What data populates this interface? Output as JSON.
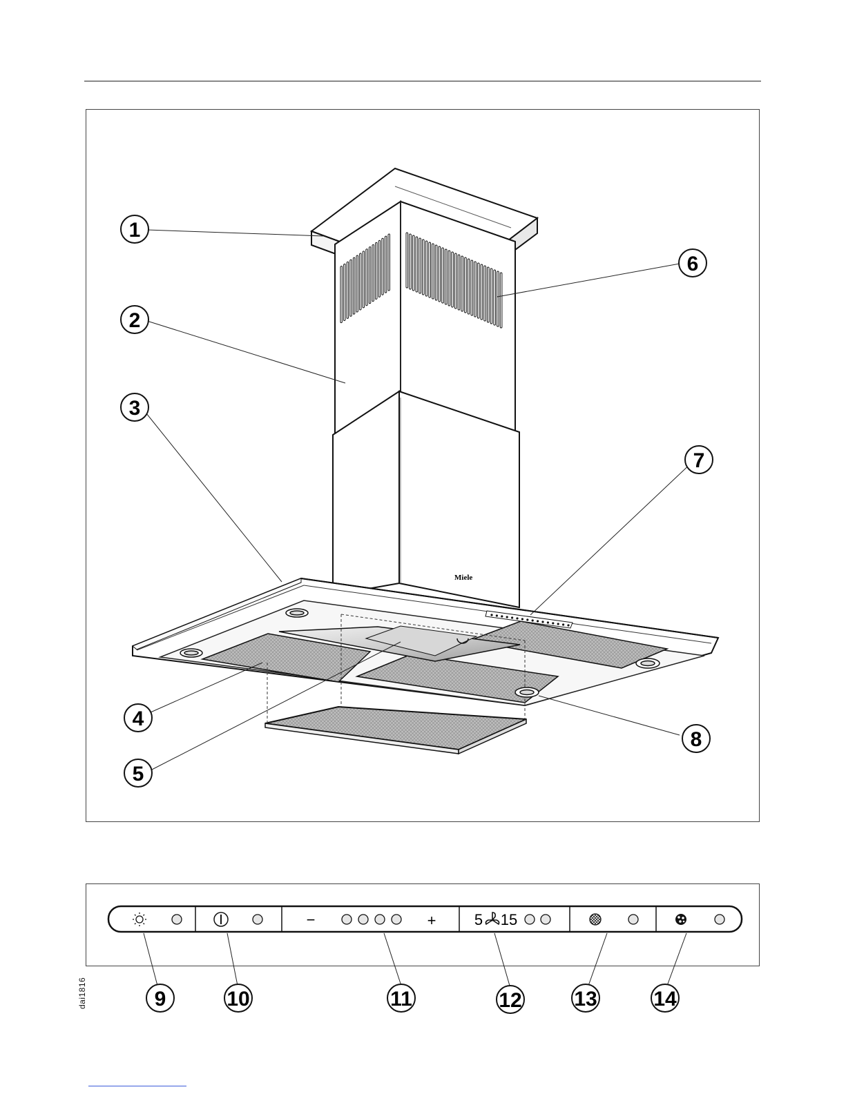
{
  "figure": {
    "brand_label": "Miele",
    "callouts": [
      "1",
      "2",
      "3",
      "4",
      "5",
      "6",
      "7",
      "8"
    ]
  },
  "control_panel": {
    "speed_minus": "−",
    "speed_plus": "+",
    "timer_left": "5",
    "timer_right": "15",
    "callouts": [
      "9",
      "10",
      "11",
      "12",
      "13",
      "14"
    ]
  },
  "figure_code": "dai1816"
}
